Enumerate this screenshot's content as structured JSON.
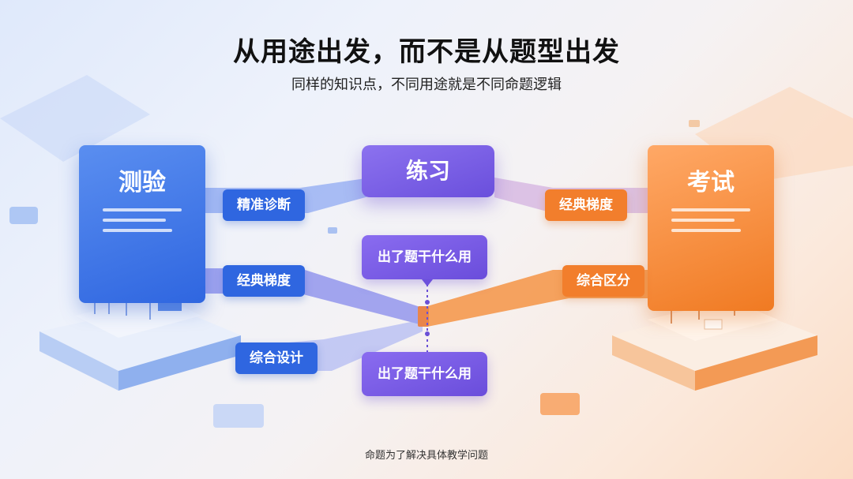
{
  "title": "从用途出发，而不是从题型出发",
  "subtitle": "同样的知识点，不同用途就是不同命题逻辑",
  "footer": "命题为了解决具体教学问题",
  "cards": {
    "quiz": "测验",
    "practice": "练习",
    "exam": "考试"
  },
  "tags": {
    "quiz_diagnosis": "精准诊断",
    "quiz_gradient": "经典梯度",
    "quiz_design": "综合设计",
    "exam_gradient": "经典梯度",
    "exam_distinguish": "综合区分",
    "question_top": "出了题干什么用",
    "question_bottom": "出了题干什么用"
  },
  "colors": {
    "blue": "#2f66e0",
    "orange": "#f27e2c",
    "purple": "#6a4ddb"
  }
}
